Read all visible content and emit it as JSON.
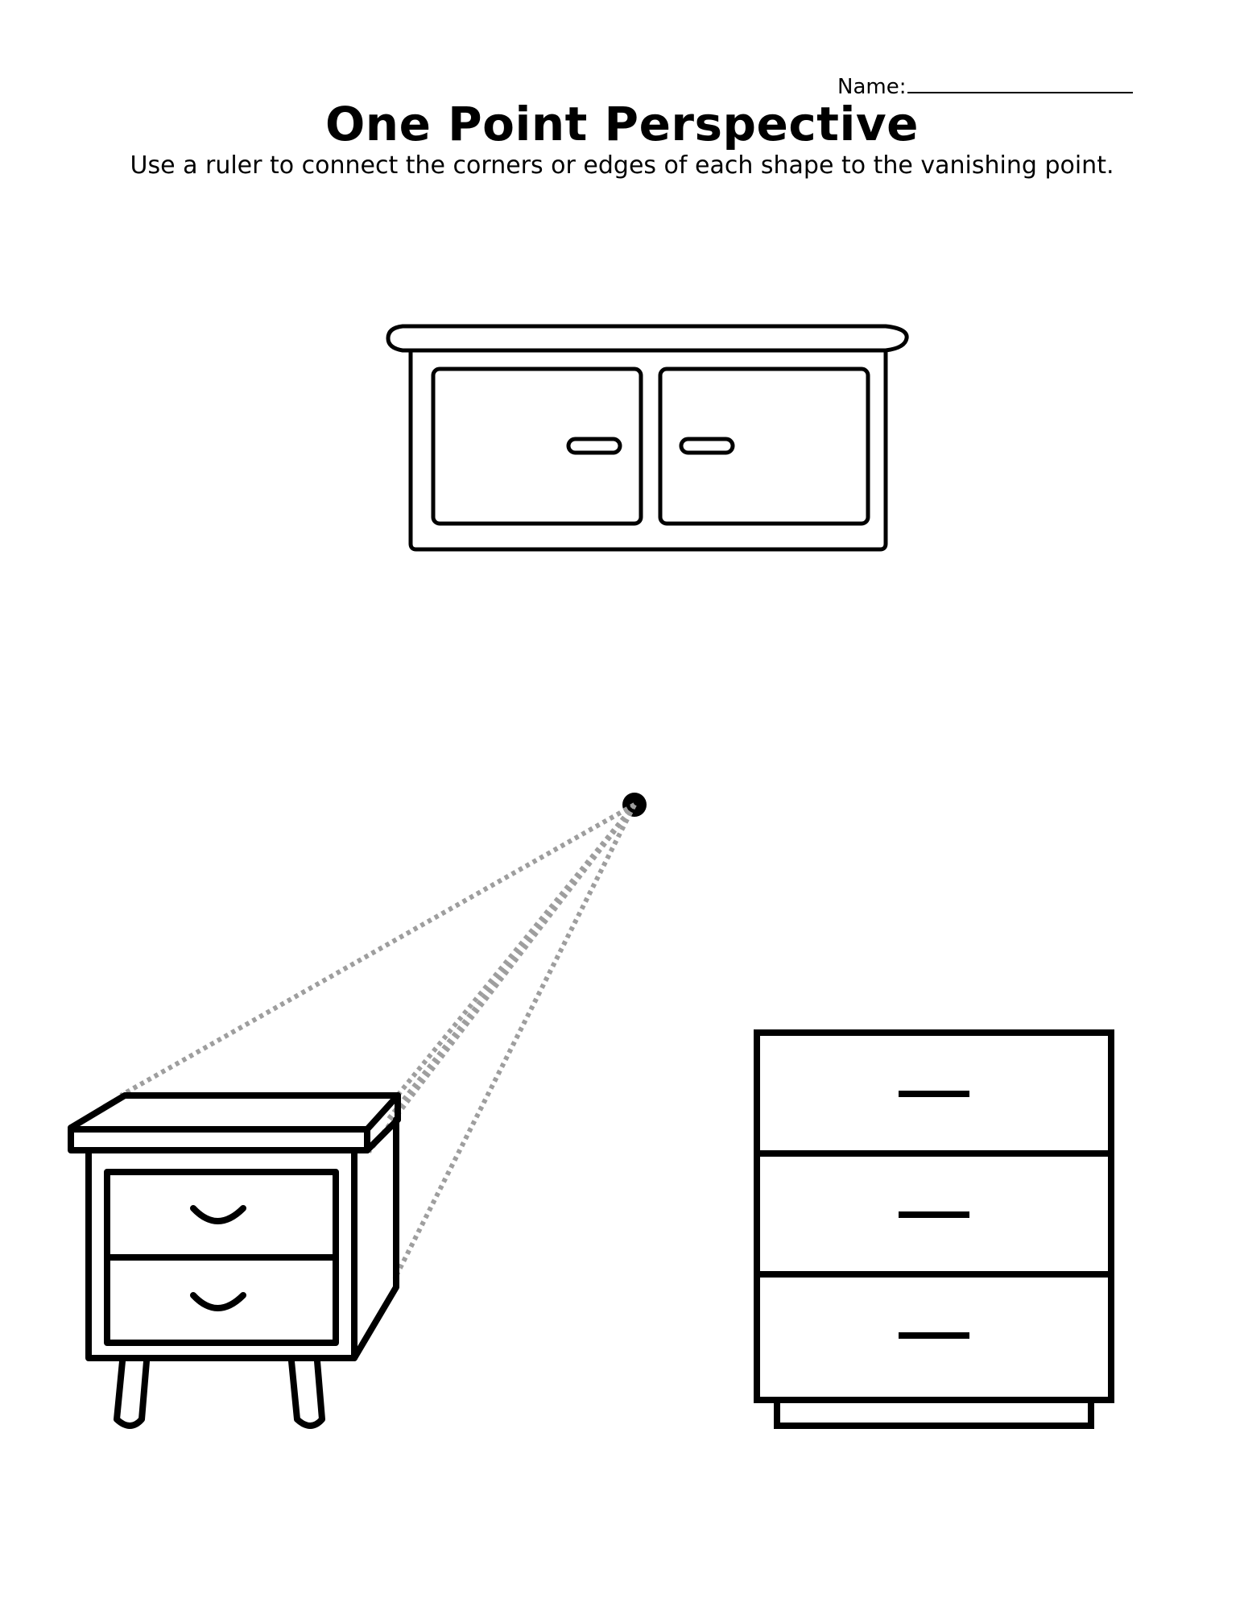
{
  "header": {
    "name_label": "Name:",
    "title": "One Point Perspective",
    "instruction": "Use a ruler to connect the corners or edges of each shape to the vanishing point."
  },
  "colors": {
    "line": "#000000",
    "guide": "#9e9e9e"
  },
  "drawings": [
    {
      "item": "cabinet-two-door",
      "doors": 2,
      "handles": 2
    },
    {
      "item": "nightstand",
      "drawers": 2,
      "legs": 2
    },
    {
      "item": "dresser",
      "drawers": 3
    }
  ],
  "vanishing_point": {
    "guide_lines": 5
  }
}
